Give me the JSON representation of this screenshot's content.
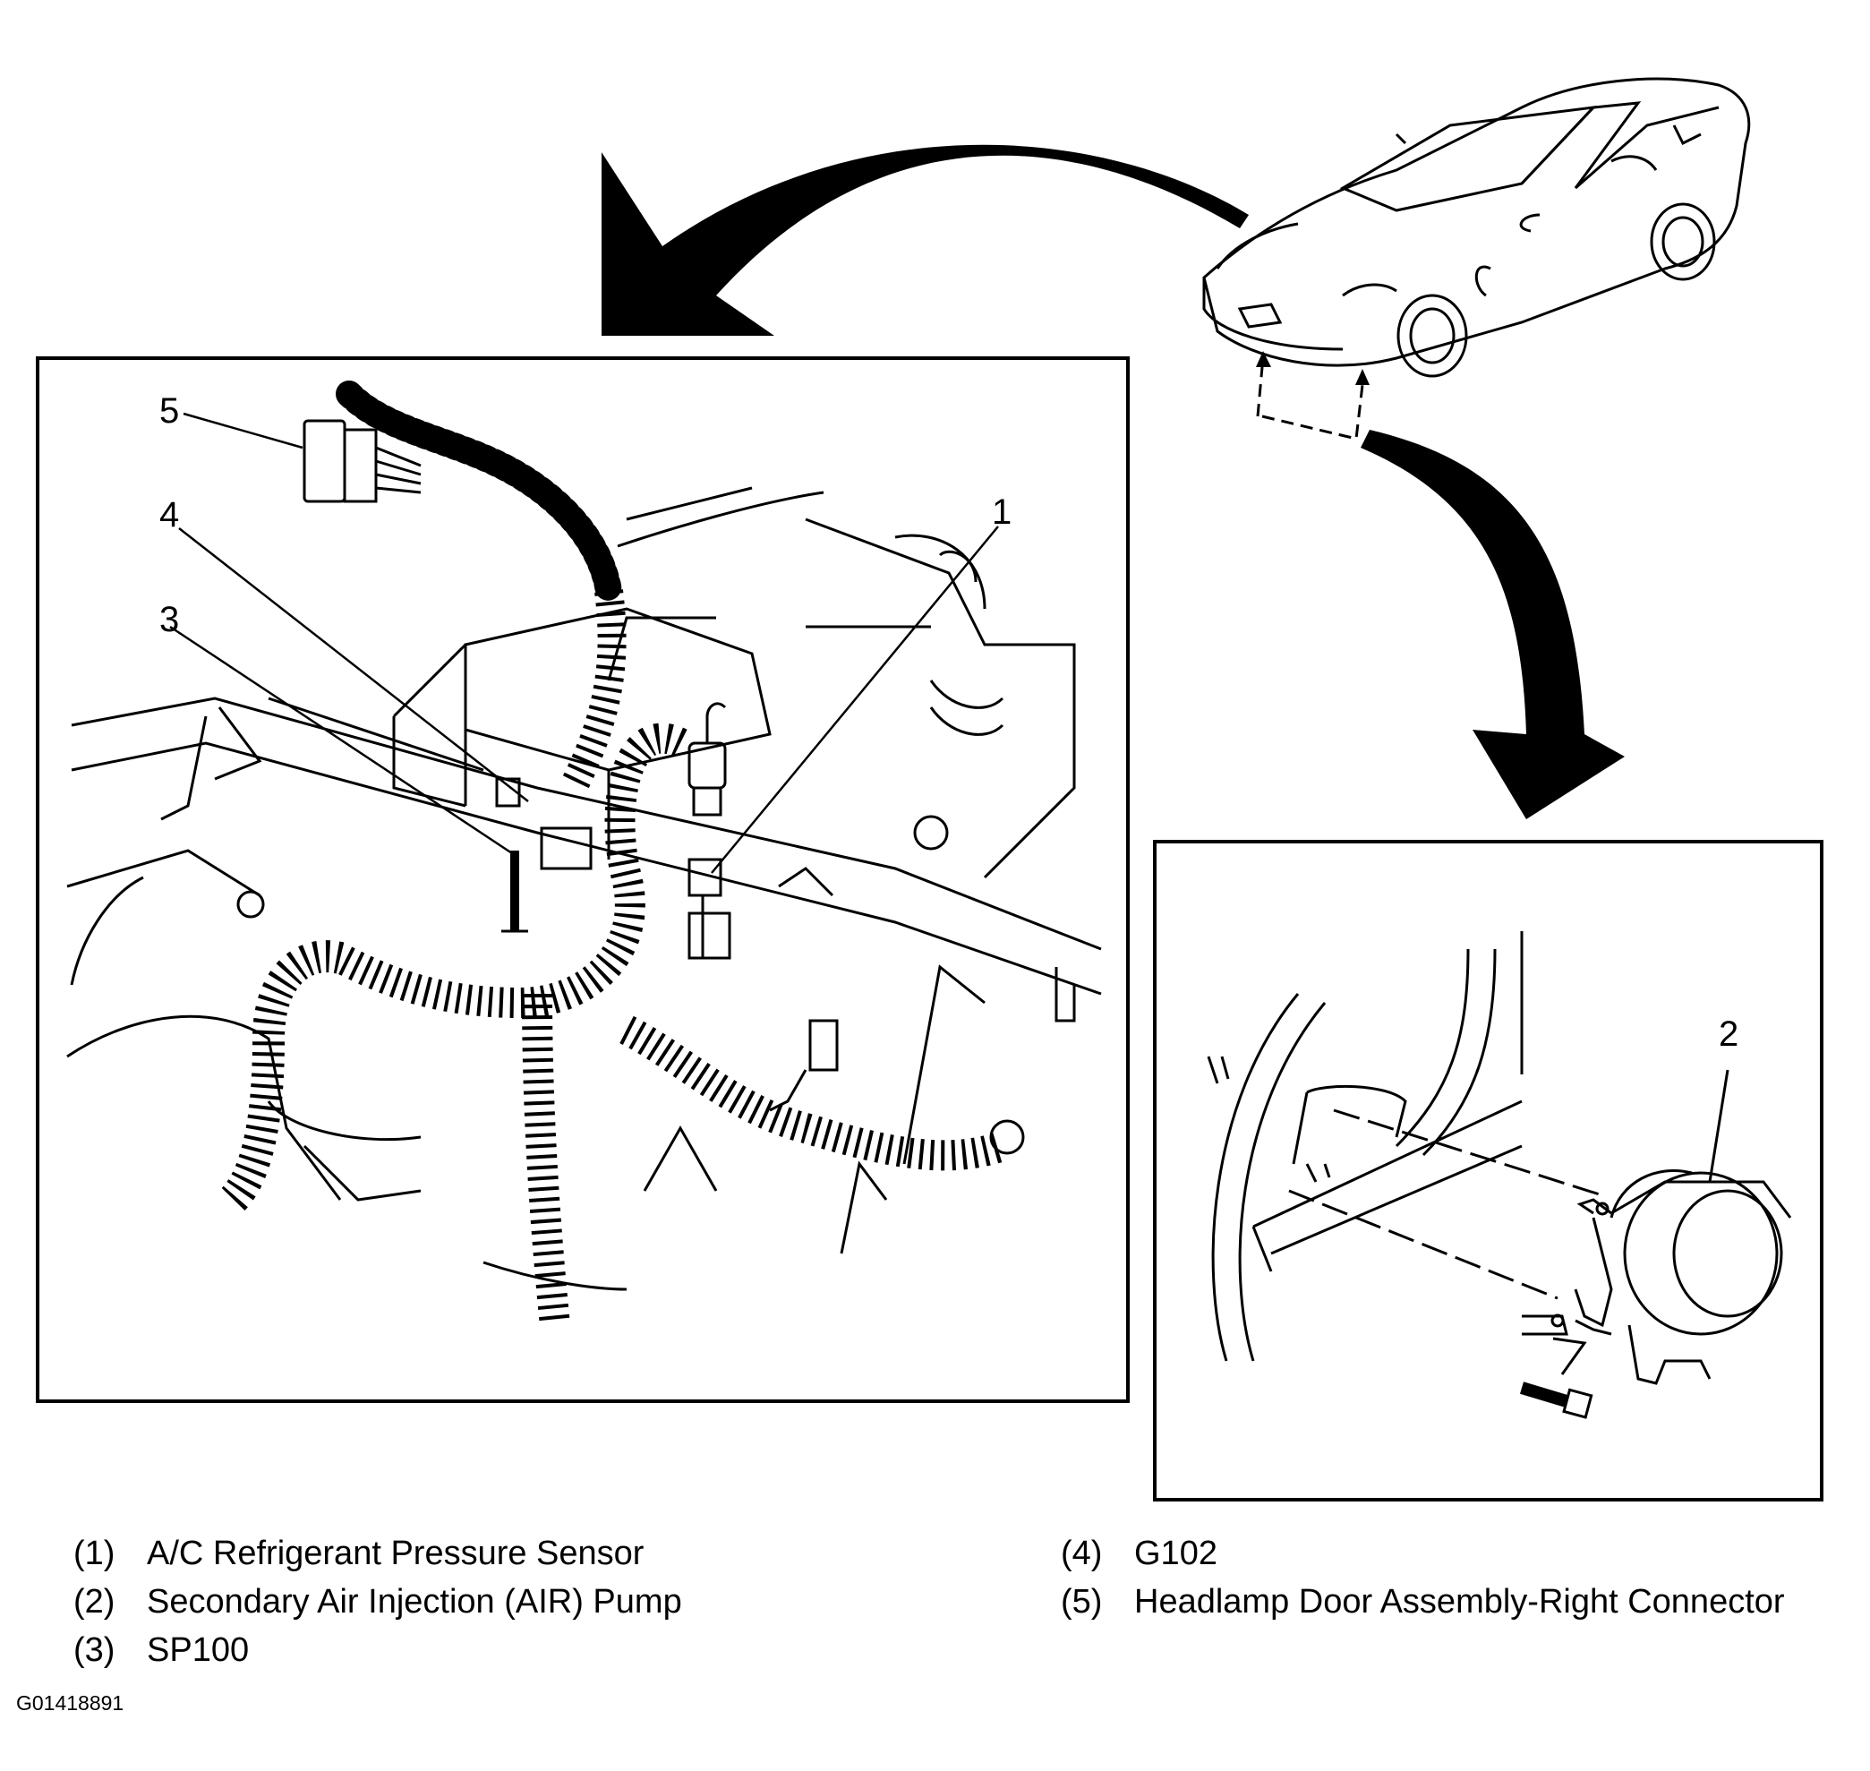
{
  "callouts": {
    "c1": "1",
    "c2": "2",
    "c3": "3",
    "c4": "4",
    "c5": "5"
  },
  "legend": [
    {
      "number": "(1)",
      "text": "A/C Refrigerant Pressure Sensor"
    },
    {
      "number": "(2)",
      "text": "Secondary Air Injection (AIR) Pump"
    },
    {
      "number": "(3)",
      "text": "SP100"
    },
    {
      "number": "(4)",
      "text": "G102"
    },
    {
      "number": "(5)",
      "text": "Headlamp Door Assembly-Right Connector"
    }
  ],
  "figure_id": "G01418891",
  "colors": {
    "ink": "#000000",
    "paper": "#ffffff"
  }
}
